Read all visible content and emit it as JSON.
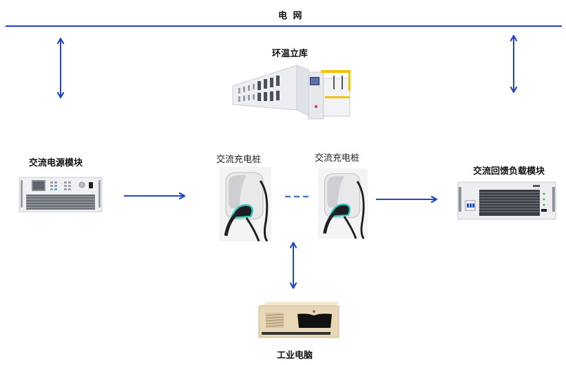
{
  "grid": {
    "label": "电 网"
  },
  "nodes": {
    "chamber": {
      "label": "环温立库",
      "icon": "environmental-chamber-warehouse"
    },
    "ac_source": {
      "label": "交流电源模块",
      "icon": "ac-power-source-rack"
    },
    "charger_1": {
      "label": "交流充电桩",
      "icon": "ac-charging-pile"
    },
    "charger_2": {
      "label": "交流充电桩",
      "icon": "ac-charging-pile"
    },
    "ac_load": {
      "label": "交流回馈负载模块",
      "icon": "ac-regenerative-load-rack"
    },
    "ipc": {
      "label": "工业电脑",
      "icon": "industrial-computer"
    }
  },
  "connections": [
    {
      "from": "grid",
      "to": "ac_source",
      "type": "bidirectional"
    },
    {
      "from": "grid",
      "to": "ac_load",
      "type": "bidirectional"
    },
    {
      "from": "ac_source",
      "to": "charger_1",
      "type": "directed"
    },
    {
      "from": "charger_1",
      "to": "charger_2",
      "type": "dashed-continuation"
    },
    {
      "from": "charger_2",
      "to": "ac_load",
      "type": "directed"
    },
    {
      "from": "chargers",
      "to": "ipc",
      "type": "bidirectional"
    }
  ],
  "colors": {
    "line": "#1f3fbf",
    "arrow": "#1f45c8",
    "dash": "#4a78c8",
    "charger_ring": "#2fc7c0",
    "ipc_body": "#e9d8b8"
  }
}
